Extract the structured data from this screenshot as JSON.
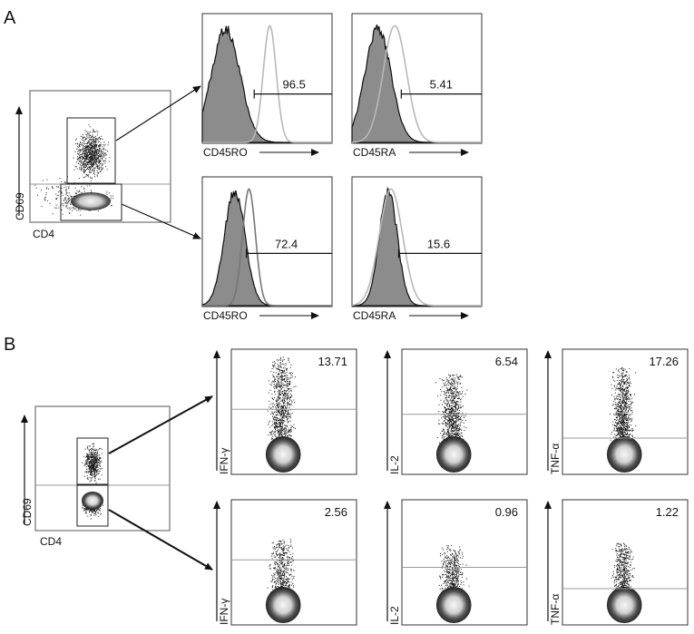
{
  "figure": {
    "panel_a": {
      "label": "A",
      "gate_plot": {
        "x_axis": "CD4",
        "y_axis": "CD69"
      },
      "histograms": [
        {
          "marker": "CD45RO",
          "value": "96.5",
          "gate": "CD69 high"
        },
        {
          "marker": "CD45RA",
          "value": "5.41",
          "gate": "CD69 high"
        },
        {
          "marker": "CD45RO",
          "value": "72.4",
          "gate": "CD69 low"
        },
        {
          "marker": "CD45RA",
          "value": "15.6",
          "gate": "CD69 low"
        }
      ]
    },
    "panel_b": {
      "label": "B",
      "gate_plot": {
        "x_axis": "CD4",
        "y_axis": "CD69"
      },
      "density_plots": [
        {
          "cytokine": "IFN-γ",
          "value": "13.71",
          "gate": "CD69 high"
        },
        {
          "cytokine": "IL-2",
          "value": "6.54",
          "gate": "CD69 high"
        },
        {
          "cytokine": "TNF-α",
          "value": "17.26",
          "gate": "CD69 high"
        },
        {
          "cytokine": "IFN-γ",
          "value": "2.56",
          "gate": "CD69 low"
        },
        {
          "cytokine": "IL-2",
          "value": "0.96",
          "gate": "CD69 low"
        },
        {
          "cytokine": "TNF-α",
          "value": "1.22",
          "gate": "CD69 low"
        }
      ]
    },
    "colors": {
      "filled": "#8c8c8c",
      "outline": "#111111",
      "overlay": "#b8b8b8",
      "gate_line": "#999999"
    }
  }
}
